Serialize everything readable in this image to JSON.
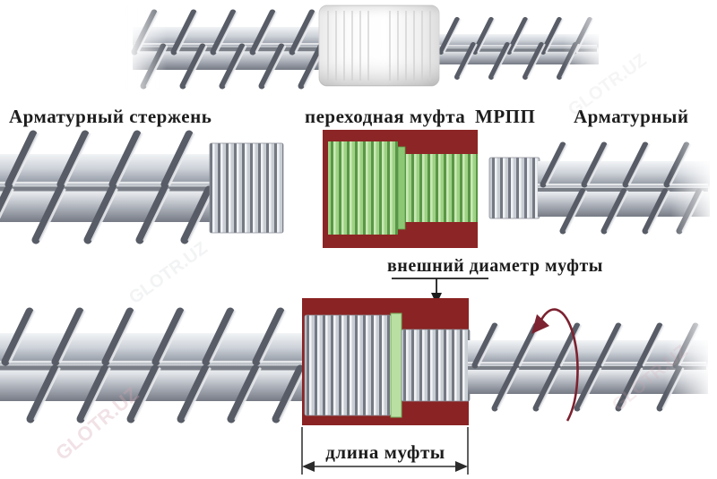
{
  "labels": {
    "rebar_rod": "Арматурный стержень",
    "transition_coupler": "переходная муфта",
    "coupler_model": "МРПП",
    "rebar_right": "Арматурный",
    "outer_diameter": "внешний диаметр муфты",
    "coupler_length": "длина муфты"
  },
  "watermark": {
    "text": "GLOTR.UZ"
  },
  "colors": {
    "coupler_red": "#8c2525",
    "thread_green": "#8cc873",
    "ring_green": "#b9dfa2",
    "steel_light": "#eef0f2",
    "steel_dark": "#757a84",
    "rib_gray": "#575c66",
    "rotation_arrow_red": "#7c2230",
    "dimension_line": "#2b2b2b",
    "text": "#1c1c1c",
    "background": "#ffffff"
  }
}
